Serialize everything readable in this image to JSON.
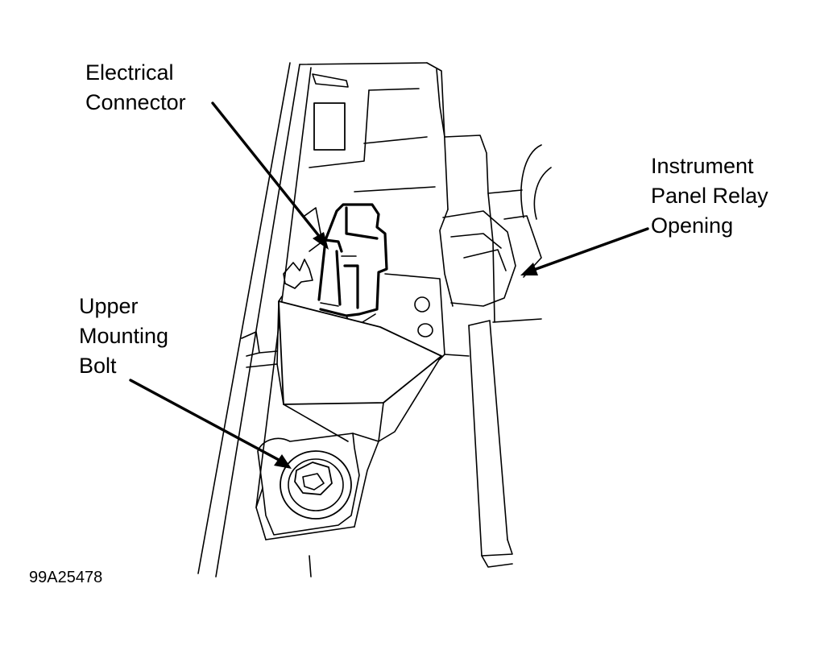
{
  "labels": {
    "electrical_connector": [
      "Electrical",
      "Connector"
    ],
    "instrument_panel_relay_opening": [
      "Instrument",
      "Panel Relay",
      "Opening"
    ],
    "upper_mounting_bolt": [
      "Upper",
      "Mounting",
      "Bolt"
    ]
  },
  "figure_code": "99A25478",
  "colors": {
    "line": "#000000",
    "background": "#ffffff"
  }
}
